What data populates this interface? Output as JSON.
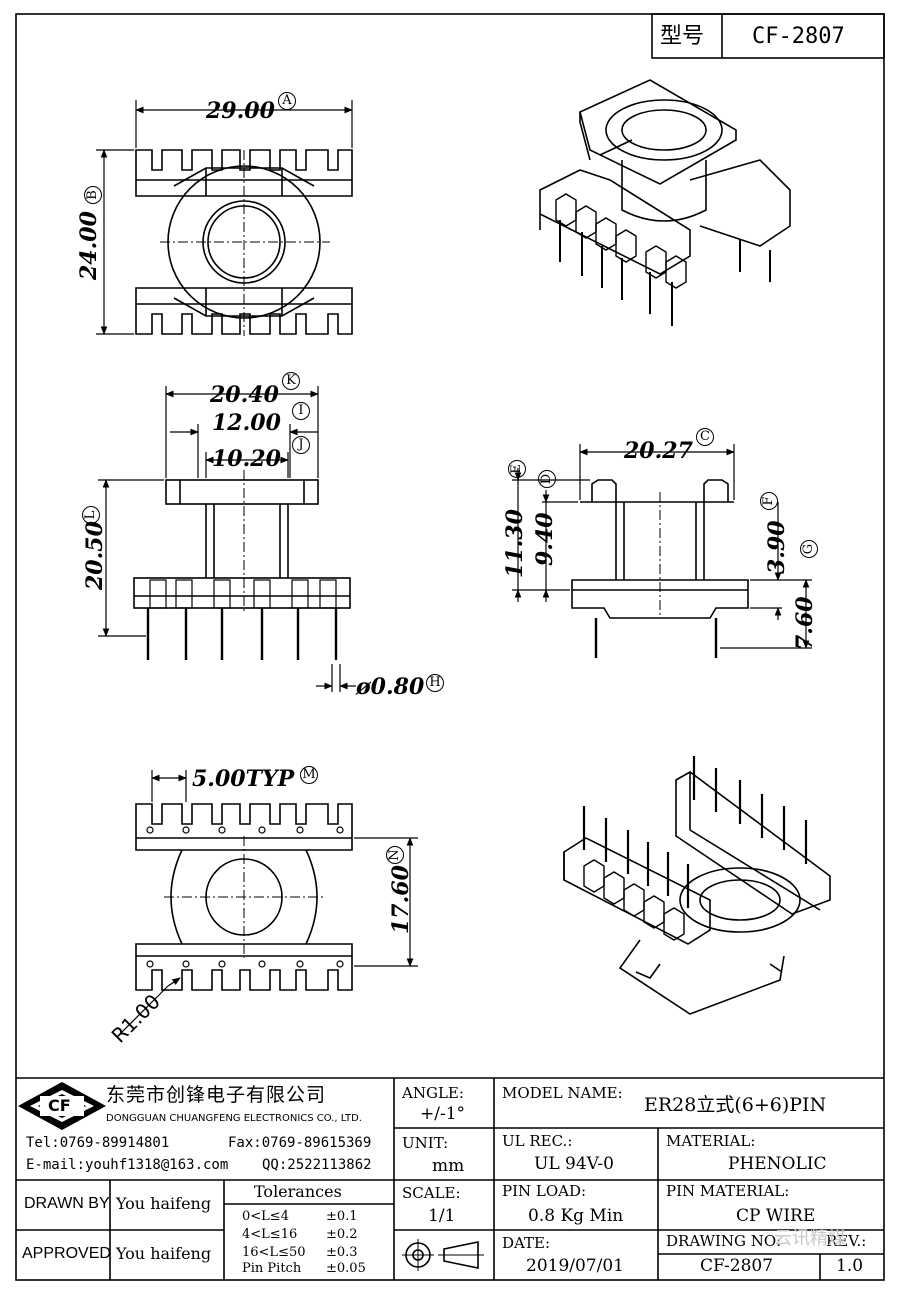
{
  "header": {
    "model_label": "型号",
    "model_no": "CF-2807"
  },
  "dimensions": {
    "a": "29.00",
    "b": "24.00",
    "k": "20.40",
    "i": "12.00",
    "j": "10.20",
    "l": "20.50",
    "h": "ø0.80",
    "c": "20.27",
    "e": "11.30",
    "d": "9.40",
    "f": "3.90",
    "g": "7.60",
    "m": "5.00TYP",
    "n": "17.60",
    "r": "R1.00"
  },
  "markers": {
    "a": "A",
    "b": "B",
    "c": "C",
    "d": "D",
    "e": "E",
    "f": "F",
    "g": "G",
    "h": "H",
    "i": "I",
    "j": "J",
    "k": "K",
    "l": "L",
    "m": "M",
    "n": "N"
  },
  "company": {
    "name_cn": "东莞市创锋电子有限公司",
    "name_en": "DONGGUAN CHUANGFENG ELECTRONICS CO., LTD.",
    "logo_text": "CF",
    "tel": "Tel:0769-89914801",
    "fax": "Fax:0769-89615369",
    "email": "E-mail:youhf1318@163.com",
    "qq": "QQ:2522113862"
  },
  "title_block": {
    "angle_label": "ANGLE:",
    "angle_value": "+/-1°",
    "model_name_label": "MODEL NAME:",
    "model_name_value": "ER28立式(6+6)PIN",
    "unit_label": "UNIT:",
    "unit_value": "mm",
    "ul_label": "UL REC.:",
    "ul_value": "UL 94V-0",
    "material_label": "MATERIAL:",
    "material_value": "PHENOLIC",
    "drawn_by_label": "DRAWN BY",
    "drawn_by_value": "You haifeng",
    "approved_label": "APPROVED",
    "approved_value": "You haifeng",
    "tolerances_label": "Tolerances",
    "tolerances": [
      {
        "range": "0<L≤4",
        "tol": "±0.1"
      },
      {
        "range": "4<L≤16",
        "tol": "±0.2"
      },
      {
        "range": "16<L≤50",
        "tol": "±0.3"
      },
      {
        "range": "Pin Pitch",
        "tol": "±0.05"
      }
    ],
    "scale_label": "SCALE:",
    "scale_value": "1/1",
    "pin_load_label": "PIN LOAD:",
    "pin_load_value": "0.8 Kg Min",
    "pin_material_label": "PIN MATERIAL:",
    "pin_material_value": "CP WIRE",
    "date_label": "DATE:",
    "date_value": "2019/07/01",
    "drawing_no_label": "DRAWING NO:",
    "drawing_no_value": "CF-2807",
    "rev_label": "REV.:",
    "rev_value": "1.0"
  },
  "watermark": "云讯精煤"
}
